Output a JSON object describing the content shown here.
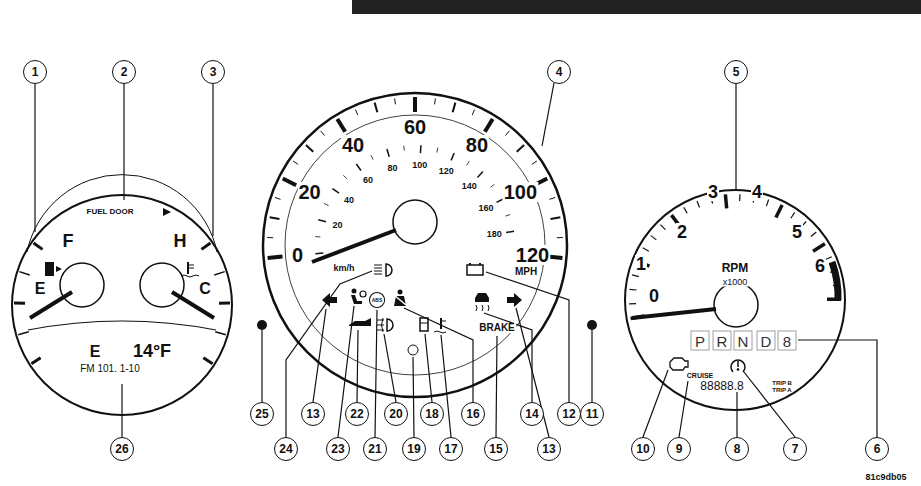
{
  "diagram": {
    "nodes": [
      {
        "text": [
          "1"
        ]
      },
      {
        "text": [
          "2"
        ]
      },
      {
        "text": [
          "3"
        ]
      },
      {
        "text": [
          "4"
        ]
      },
      {
        "text": [
          "5"
        ]
      },
      {
        "text": [
          "26"
        ]
      },
      {
        "text": [
          "25"
        ]
      },
      {
        "text": [
          "24"
        ]
      },
      {
        "text": [
          "13"
        ]
      },
      {
        "text": [
          "23"
        ]
      },
      {
        "text": [
          "22"
        ]
      },
      {
        "text": [
          "21"
        ]
      },
      {
        "text": [
          "20"
        ]
      },
      {
        "text": [
          "19"
        ]
      },
      {
        "text": [
          "18"
        ]
      },
      {
        "text": [
          "17"
        ]
      },
      {
        "text": [
          "16"
        ]
      },
      {
        "text": [
          "15"
        ]
      },
      {
        "text": [
          "14"
        ]
      },
      {
        "text": [
          "13"
        ]
      },
      {
        "text": [
          "12"
        ]
      },
      {
        "text": [
          "11"
        ]
      },
      {
        "text": [
          "10"
        ]
      },
      {
        "text": [
          "9"
        ]
      },
      {
        "text": [
          "8"
        ]
      },
      {
        "text": [
          "7"
        ]
      },
      {
        "text": [
          "6"
        ]
      }
    ],
    "labels": [
      "FUEL DOOR",
      "F",
      "E",
      "H",
      "C",
      "E",
      "14°F",
      "FM 101. 1-10",
      "0",
      "20",
      "40",
      "60",
      "80",
      "100",
      "120",
      "20",
      "40",
      "60",
      "80",
      "100",
      "120",
      "140",
      "160",
      "180",
      "km/h",
      "MPH",
      "ABS",
      "BRAKE",
      "RPM",
      "x1000",
      "0",
      "1",
      "2",
      "3",
      "4",
      "5",
      "6",
      "P",
      "R",
      "N",
      "D",
      "8",
      "CRUISE",
      "88888.8",
      "TRIP B",
      "TRIP A",
      "81c9db05"
    ]
  }
}
